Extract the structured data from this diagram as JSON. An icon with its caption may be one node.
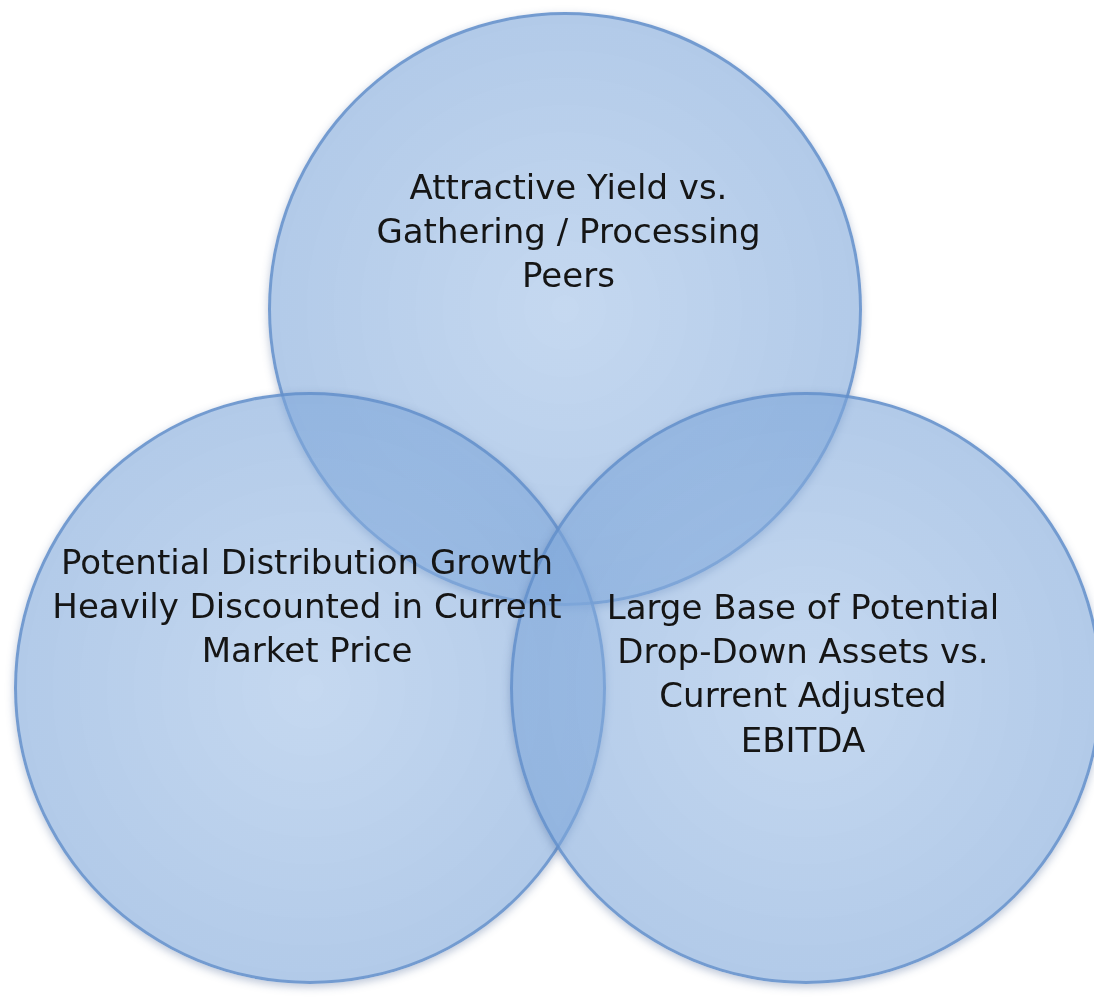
{
  "diagram": {
    "nodes": [
      {
        "text": [
          "Attractive Yield vs. Gathering / Processing Peers"
        ]
      },
      {
        "text": [
          "Potential Distribution Growth Heavily Discounted in Current Market Price"
        ]
      },
      {
        "text": [
          "Large Base of Potential Drop-Down Assets vs. Current Adjusted EBITDA"
        ]
      }
    ],
    "edges": []
  }
}
